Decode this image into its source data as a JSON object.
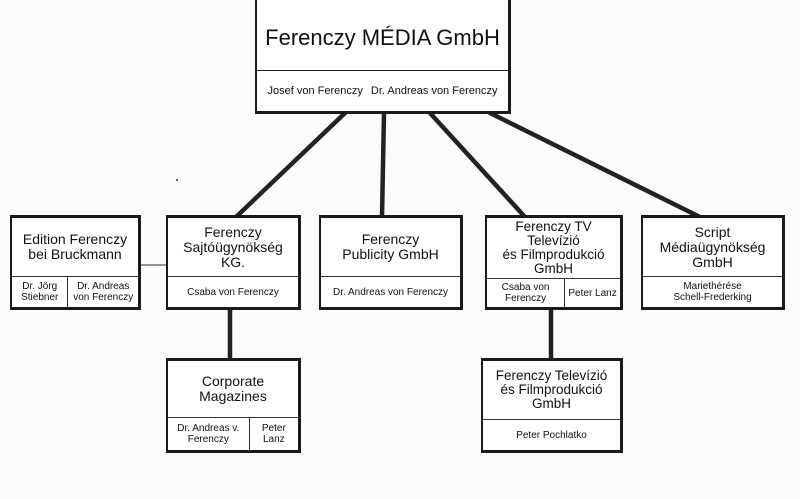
{
  "root": {
    "name": "Ferenczy MÉDIA GmbH",
    "people": [
      "Josef von Ferenczy",
      "Dr. Andreas von Ferenczy"
    ]
  },
  "edition": {
    "name": "Edition Ferenczy\nbei Bruckmann",
    "people": [
      "Dr. Jörg\nStiebner",
      "Dr. Andreas\nvon Ferenczy"
    ]
  },
  "sajto": {
    "name": "Ferenczy\nSajtóügynökség KG.",
    "people": [
      "Csaba von Ferenczy"
    ]
  },
  "publicity": {
    "name": "Ferenczy\nPublicity GmbH",
    "people": [
      "Dr. Andreas von Ferenczy"
    ]
  },
  "tv": {
    "name": "Ferenczy TV Televízió\nés Filmprodukció\nGmbH",
    "people": [
      "Csaba von\nFerenczy",
      "Peter Lanz"
    ]
  },
  "script": {
    "name": "Script\nMédiaügynökség\nGmbH",
    "people": [
      "Mariethérése\nSchell-Frederking"
    ]
  },
  "corporate": {
    "name": "Corporate\nMagazines",
    "people": [
      "Dr. Andreas v.\nFerenczy",
      "Peter\nLanz"
    ]
  },
  "tvfilm": {
    "name": "Ferenczy Televízió\nés Filmprodukció\nGmbH",
    "people": [
      "Peter Pochlatko"
    ]
  }
}
